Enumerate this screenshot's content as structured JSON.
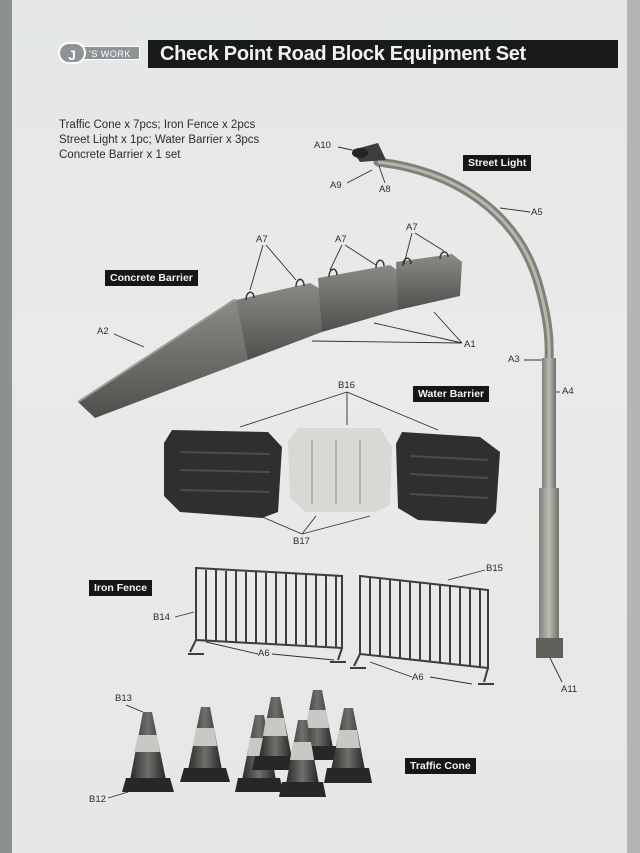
{
  "header": {
    "brand_letter": "J",
    "brand_text": "'S WORK",
    "title": "Check Point Road Block Equipment Set"
  },
  "contents": [
    "Traffic Cone x 7pcs; Iron Fence x 2pcs",
    "Street Light x 1pc; Water Barrier x 3pcs",
    "Concrete Barrier x 1 set"
  ],
  "sections": {
    "street_light": "Street Light",
    "concrete_barrier": "Concrete Barrier",
    "water_barrier": "Water Barrier",
    "iron_fence": "Iron Fence",
    "traffic_cone": "Traffic Cone"
  },
  "part_labels": {
    "a10": "A10",
    "a9": "A9",
    "a8": "A8",
    "a5": "A5",
    "a3": "A3",
    "a4": "A4",
    "a11": "A11",
    "a7_1": "A7",
    "a7_2": "A7",
    "a7_3": "A7",
    "a2": "A2",
    "a1": "A1",
    "b16": "B16",
    "b17": "B17",
    "b15": "B15",
    "b14": "B14",
    "a6_1": "A6",
    "a6_2": "A6",
    "b13": "B13",
    "b12": "B12"
  },
  "colors": {
    "title_bar": "#191a1c",
    "paper": "#e6e9e8",
    "brand_badge": "#8f9396"
  }
}
